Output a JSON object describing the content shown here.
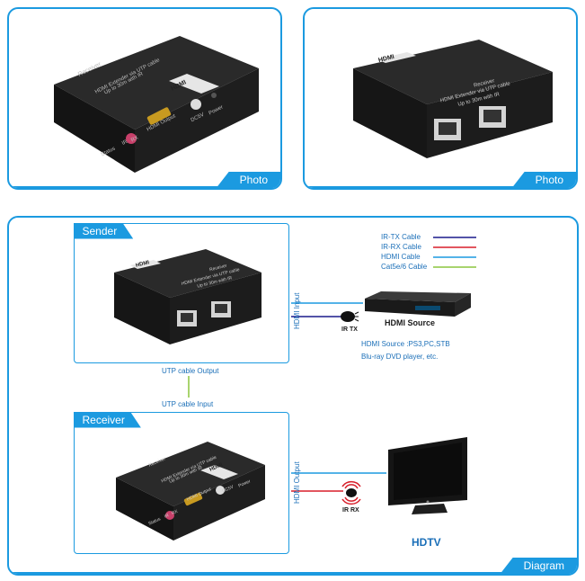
{
  "photo_top_left": {
    "tag": "Photo",
    "device": {
      "brand": "HDMI",
      "line1": "Receiver",
      "line2": "HDMI Extender via UTP cable",
      "line3": "Up to 30m with IR",
      "hdmi_port": "HDMI Output",
      "dc": "DC5V",
      "power": "Power",
      "status": "Status",
      "ir": "IR",
      "rx": "RX"
    }
  },
  "photo_top_right": {
    "tag": "Photo",
    "device": {
      "brand": "HDMI",
      "line1": "Receiver",
      "line2": "HDMI Extender via UTP cable",
      "line3": "Up to 30m with IR"
    }
  },
  "diagram": {
    "tag": "Diagram",
    "sender": {
      "title": "Sender",
      "brand": "HDMI",
      "line1": "Receiver",
      "line2": "HDMI Extender via UTP cable",
      "line3": "Up to 30m with IR"
    },
    "receiver": {
      "title": "Receiver",
      "brand": "HDMI",
      "line1": "Receiver",
      "line2": "HDMI Extender via UTP cable",
      "line3": "Up to 30m with IR",
      "hdmi_port": "HDMI Output",
      "dc": "DC5V",
      "power": "Power",
      "status": "Status",
      "ir": "IR",
      "rx": "RX"
    },
    "legend": [
      {
        "label": "IR-TX Cable",
        "color": "#1a1a8c"
      },
      {
        "label": "IR-RX Cable",
        "color": "#d81e2a"
      },
      {
        "label": "HDMI Cable",
        "color": "#1b9ae0"
      },
      {
        "label": "Cat5e/6 Cable",
        "color": "#8cc63e"
      }
    ],
    "utp_output": "UTP cable Output",
    "utp_input": "UTP cable Input",
    "hdmi_input": "HDMI Input",
    "hdmi_output": "HDMI Output",
    "ir_tx": "IR TX",
    "ir_rx": "IR RX",
    "source": {
      "title": "HDMI Source",
      "desc1": "HDMI Source :PS3,PC,STB",
      "desc2": "Blu-ray DVD player, etc."
    },
    "hdtv": "HDTV"
  }
}
